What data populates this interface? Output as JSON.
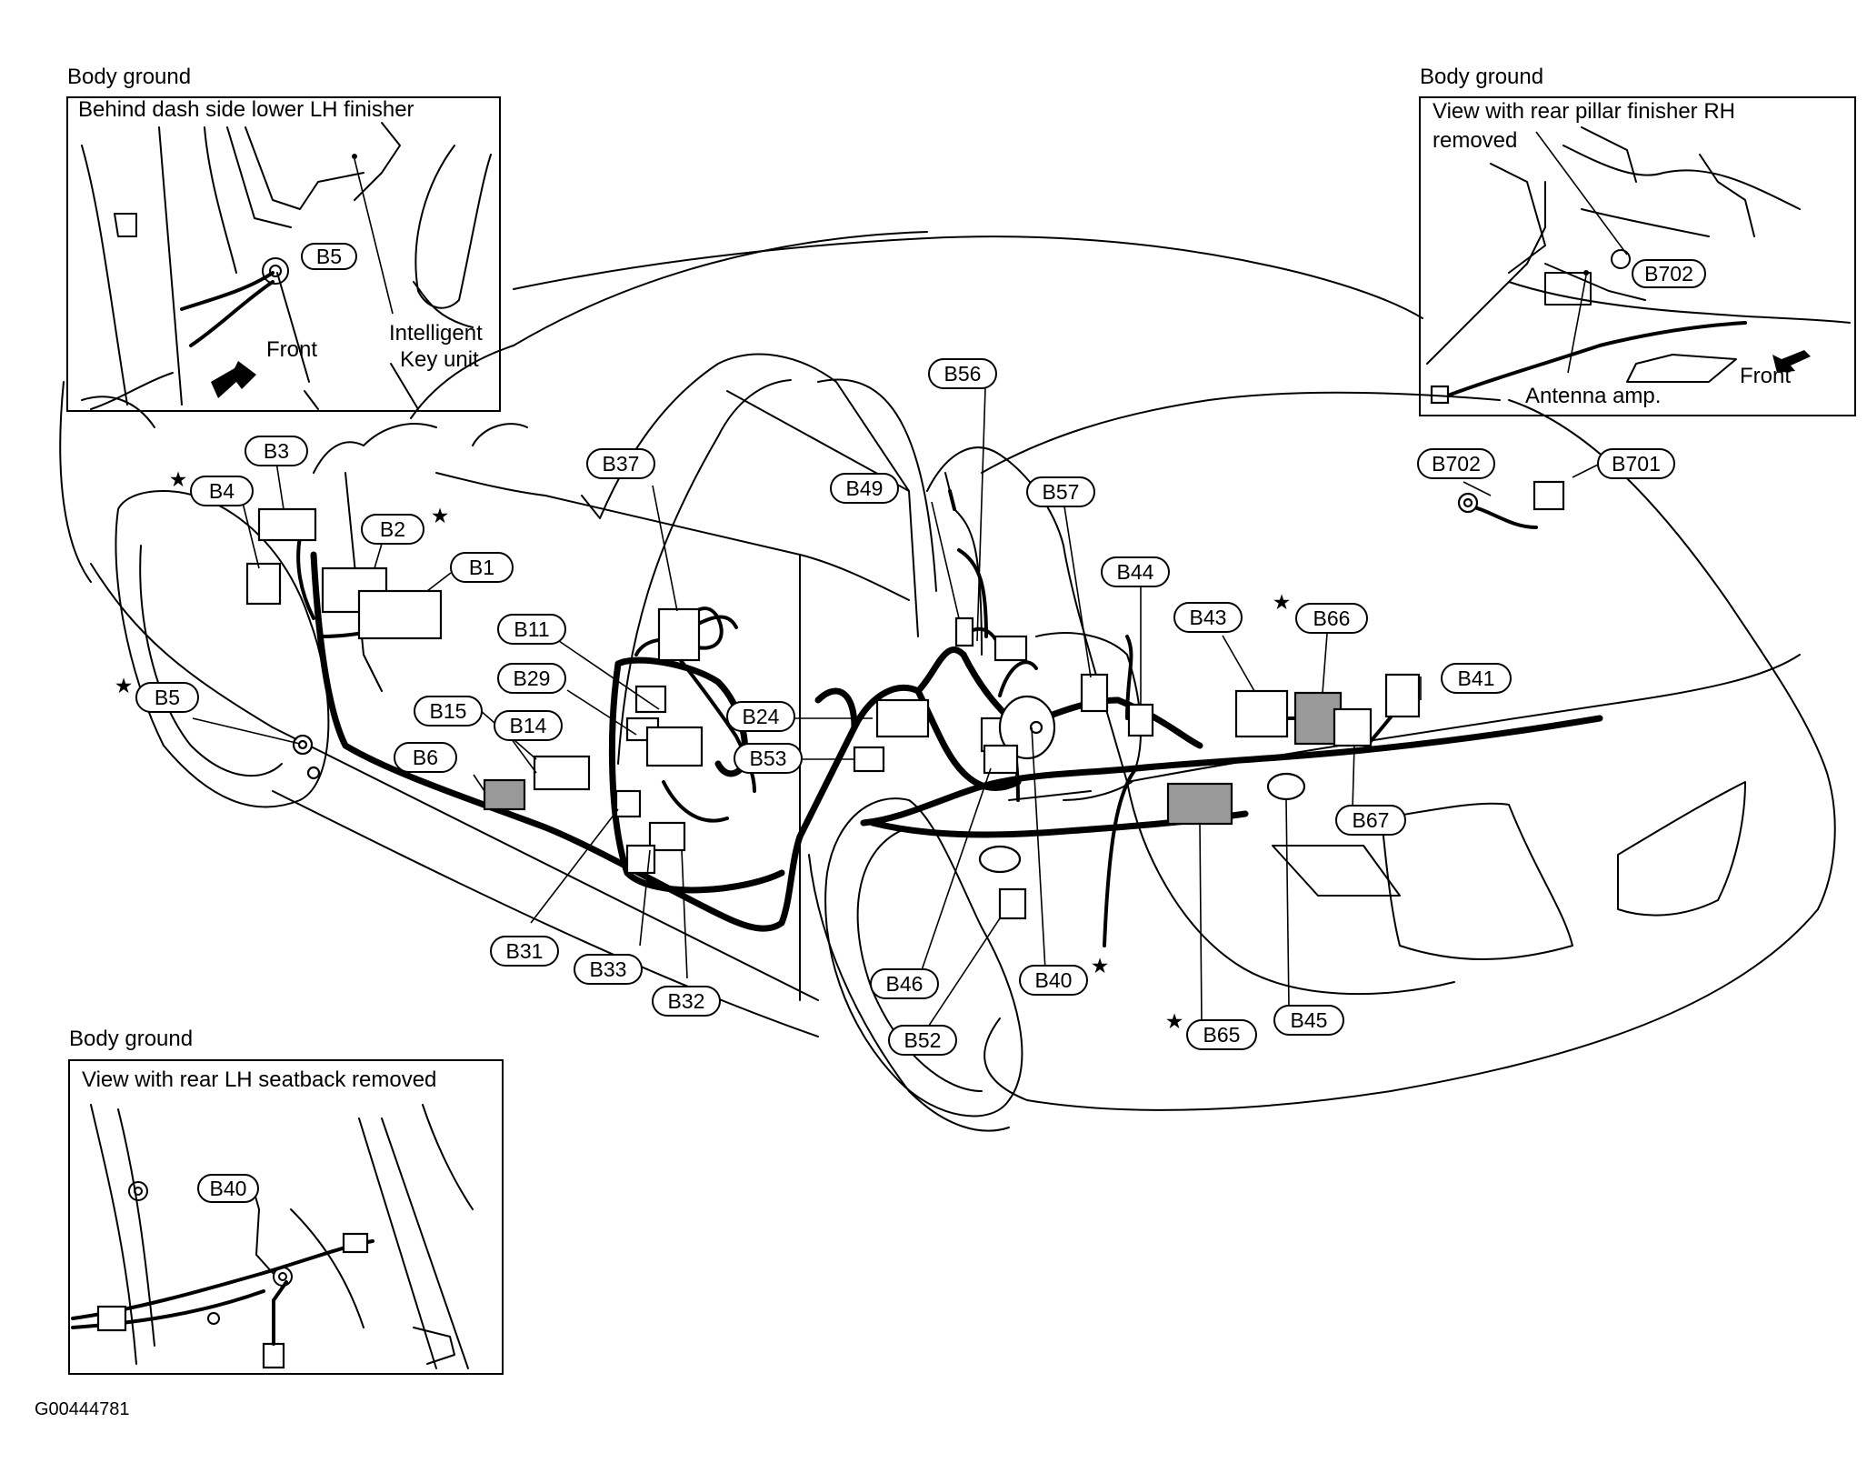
{
  "insets": {
    "top_left": {
      "title": "Body ground",
      "subtitle": "Behind dash side lower LH finisher",
      "callout": "B5",
      "front_label": "Front",
      "note_line1": "Intelligent",
      "note_line2": "Key unit"
    },
    "top_right": {
      "title": "Body ground",
      "subtitle_line1": "View with rear pillar finisher RH",
      "subtitle_line2": "removed",
      "callout": "B702",
      "note": "Antenna amp.",
      "front_label": "Front"
    },
    "bottom_left": {
      "title": "Body ground",
      "subtitle": "View with rear LH seatback removed",
      "callout": "B40"
    }
  },
  "connectors": {
    "B1": "B1",
    "B2": "B2",
    "B3": "B3",
    "B4": "B4",
    "B5": "B5",
    "B6": "B6",
    "B11": "B11",
    "B14": "B14",
    "B15": "B15",
    "B24": "B24",
    "B29": "B29",
    "B31": "B31",
    "B32": "B32",
    "B33": "B33",
    "B37": "B37",
    "B40": "B40",
    "B41": "B41",
    "B43": "B43",
    "B44": "B44",
    "B45": "B45",
    "B46": "B46",
    "B49": "B49",
    "B52": "B52",
    "B53": "B53",
    "B56": "B56",
    "B57": "B57",
    "B65": "B65",
    "B66": "B66",
    "B67": "B67",
    "B701": "B701",
    "B702": "B702"
  },
  "star_symbol": "★",
  "figure_code": "G00444781"
}
